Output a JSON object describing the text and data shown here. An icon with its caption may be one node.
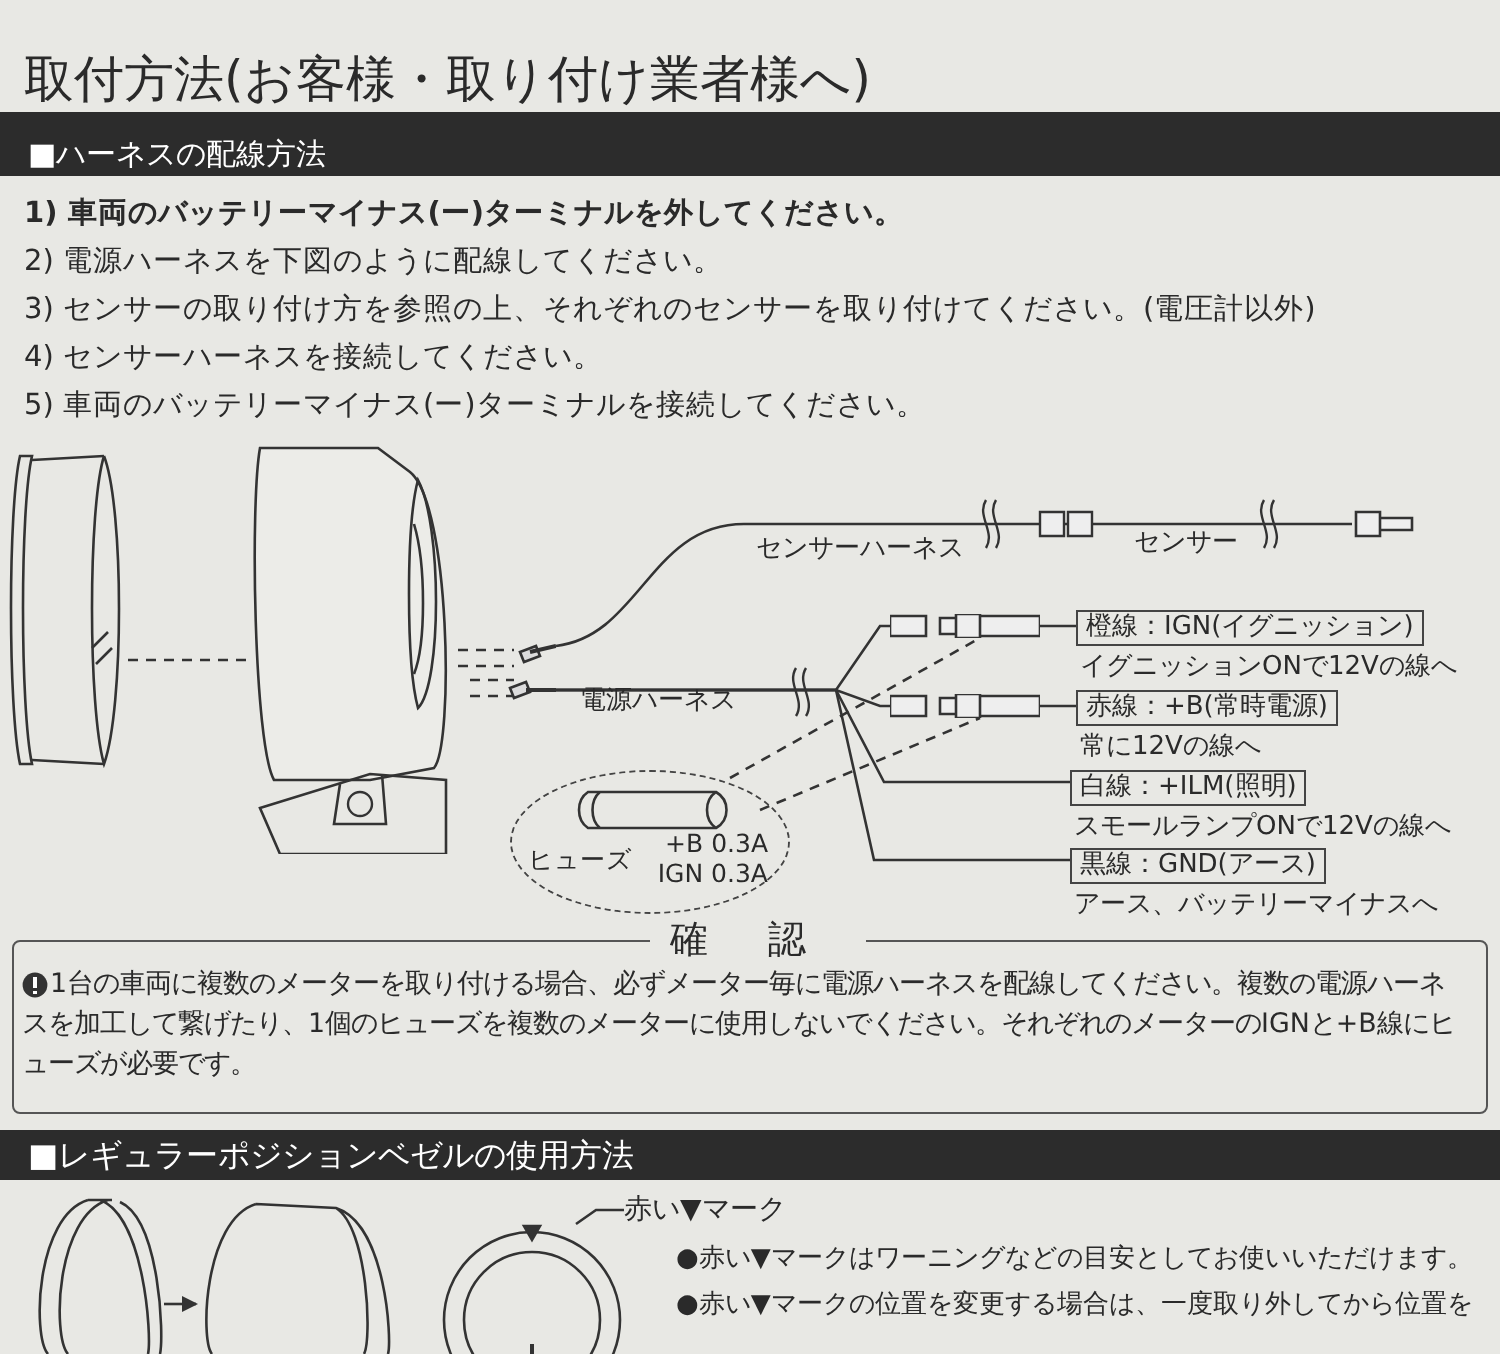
{
  "diagram": {
    "title": "取付方法(お客様・取り付け業者様へ)",
    "nodes": [
      {
        "text": [],
        "shape": "picture"
      },
      {
        "text": [],
        "shape": "picture"
      },
      {
        "text": [],
        "shape": "box"
      },
      {
        "text": [],
        "shape": "box"
      },
      {
        "text": [
          "橙線：IGN(イグニッション)",
          "イグニッションONで12Vの線へ"
        ]
      },
      {
        "text": [],
        "shape": "box"
      },
      {
        "text": [
          "赤線：+B(常時電源)",
          "常に12Vの線へ"
        ]
      },
      {
        "text": [
          "白線：+ILM(照明)",
          "スモールランプONで12Vの線へ"
        ]
      },
      {
        "text": [
          "黒線：GND(アース)",
          "アース、バッテリーマイナスへ"
        ]
      },
      {
        "text": [
          "ヒューズ",
          "+B 0.3A IGN 0.3A"
        ]
      },
      {
        "text": [
          "確認",
          "1台の車両に複数のメーターを取り付ける場合、必ずメーター毎に電源ハーネスを配線してください。複数の電源ハーネスを加工して繋げたり、1個のヒューズを複数のメーターに使用しないでください。それぞれのメーターのIGNと+B線にヒューズが必要です。"
        ]
      },
      {
        "text": [],
        "shape": "picture"
      },
      {
        "text": [],
        "shape": "picture"
      },
      {
        "text": [],
        "shape": "picture"
      },
      {
        "text": [
          "赤い▼マーク"
        ]
      }
    ],
    "edges": [
      {
        "from": 0,
        "to": 1,
        "arrow": "none",
        "style": "dashed"
      },
      {
        "from": 1,
        "to": 2,
        "arrow": "none",
        "label": "センサーハーネス"
      },
      {
        "from": 1,
        "to": 3,
        "arrow": "none"
      },
      {
        "from": 3,
        "to": 4,
        "arrow": "none"
      },
      {
        "from": 1,
        "to": 5,
        "arrow": "none"
      },
      {
        "from": 5,
        "to": 6,
        "arrow": "none"
      },
      {
        "from": 1,
        "to": 7,
        "arrow": "none"
      },
      {
        "from": 1,
        "to": 8,
        "arrow": "none"
      },
      {
        "from": 9,
        "to": 3,
        "arrow": "none",
        "style": "dashed"
      },
      {
        "from": 9,
        "to": 5,
        "arrow": "none",
        "style": "dashed"
      },
      {
        "from": 11,
        "to": 12,
        "arrow": "to"
      },
      {
        "from": 14,
        "to": 13,
        "arrow": "none"
      }
    ],
    "labels": [
      "■ハーネスの配線方法",
      "1) 車両のバッテリーマイナス(ー)ターミナルを外してください。",
      "2) 電源ハーネスを下図のように配線してください。",
      "3) センサーの取り付け方を参照の上、それぞれのセンサーを取り付けてください。(電圧計以外)",
      "4) センサーハーネスを接続してください。",
      "5) 車両のバッテリーマイナス(ー)ターミナルを接続してください。",
      "センサー",
      "電源ハーネス",
      "■レギュラーポジションベゼルの使用方法",
      "●赤い▼マークはワーニングなどの目安としてお使いいただけます。",
      "●赤い▼マークの位置を変更する場合は、一度取り外してから位置を"
    ]
  }
}
